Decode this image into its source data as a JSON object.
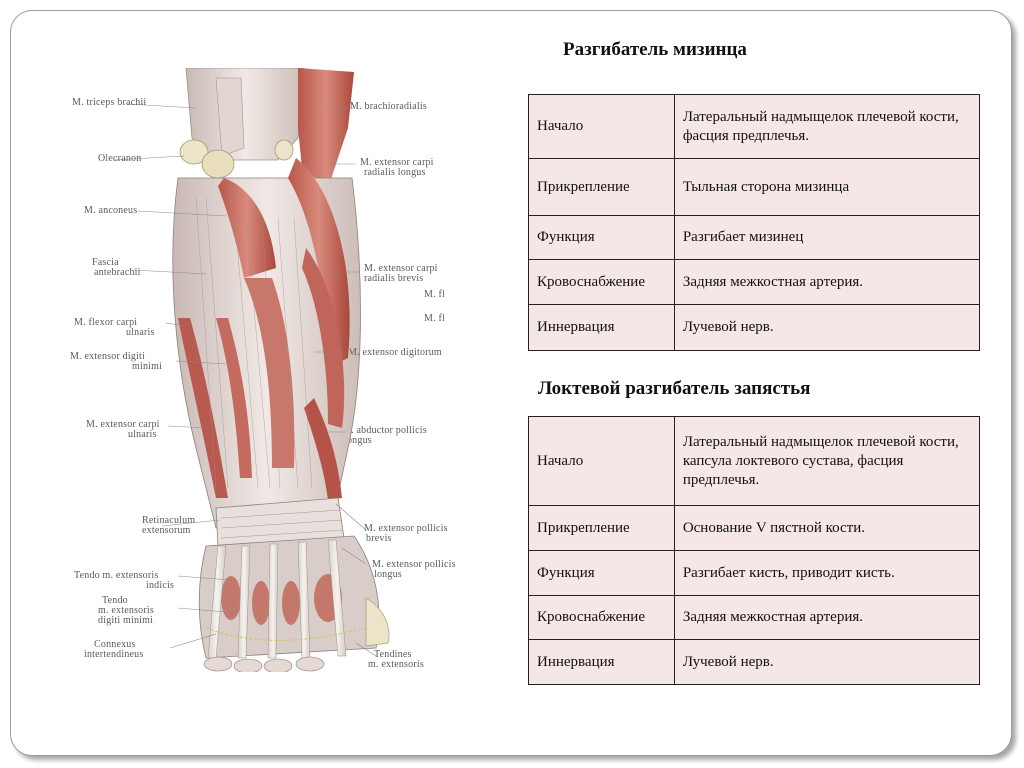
{
  "figure": {
    "labels_left": [
      "M. triceps brachii",
      "Olecranon",
      "M. anconeus",
      "Fascia",
      "antebrachii",
      "M. flexor carpi",
      "ulnaris",
      "M. extensor digiti",
      "minimi",
      "M. extensor carpi",
      "ulnaris",
      "Retinaculum",
      "extensorum",
      "Tendo m. extensoris",
      "indicis",
      "Tendo",
      "m. extensoris",
      "digiti minimi",
      "Connexus",
      "intertendineus"
    ],
    "labels_right": [
      "M. brachioradialis",
      "M. extensor carpi",
      "radialis longus",
      "M. extensor carpi",
      "radialis brevis",
      "M. fl",
      "M. fl",
      "M. extensor digitorum",
      "M. abductor pollicis",
      "longus",
      "M. extensor pollicis",
      "brevis",
      "M. extensor pollicis",
      "longus",
      "Tendines",
      "m. extensoris"
    ]
  },
  "sections": [
    {
      "title": "Разгибатель мизинца",
      "rows": [
        {
          "key": "Начало",
          "value": "Латеральный  надмыщелок плечевой кости, фасция предплечья."
        },
        {
          "key": "Прикрепление",
          "value": "Тыльная сторона мизинца"
        },
        {
          "key": "Функция",
          "value": "Разгибает мизинец"
        },
        {
          "key": "Кровоснабжение",
          "value": "Задняя межкостная артерия."
        },
        {
          "key": "Иннервация",
          "value": "Лучевой нерв."
        }
      ]
    },
    {
      "title": "Локтевой разгибатель запястья",
      "rows": [
        {
          "key": "Начало",
          "value": "Латеральный  надмыщелок плечевой кости, капсула локтевого сустава, фасция предплечья."
        },
        {
          "key": "Прикрепление",
          "value": "Основание V пястной кости."
        },
        {
          "key": "Функция",
          "value": "Разгибает кисть, приводит кисть."
        },
        {
          "key": "Кровоснабжение",
          "value": "Задняя межкостная артерия."
        },
        {
          "key": "Иннервация",
          "value": "Лучевой нерв."
        }
      ]
    }
  ]
}
